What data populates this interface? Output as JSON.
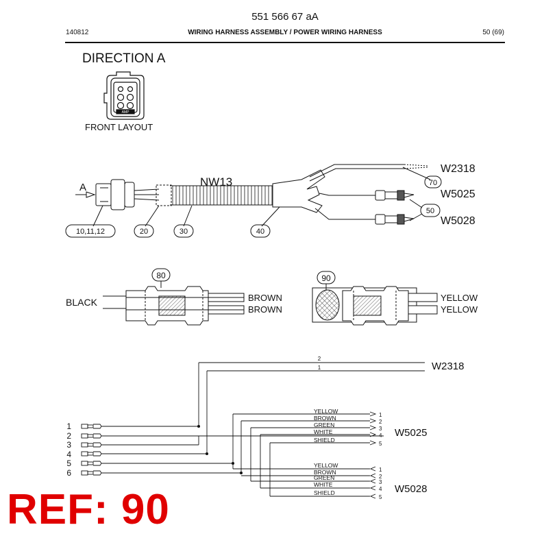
{
  "header": {
    "doc_number": "551 566 67 aA",
    "date_code": "140812",
    "title": "WIRING HARNESS ASSEMBLY / POWER WIRING HARNESS",
    "page": "50 (69)"
  },
  "direction_view": {
    "title": "DIRECTION A",
    "caption": "FRONT LAYOUT",
    "connector_marking": "AMP"
  },
  "harness_overview": {
    "view_arrow_label": "A",
    "bundle_label": "NW13",
    "branches": [
      "W2318",
      "W5025",
      "W5028"
    ],
    "callouts": [
      "10,11,12",
      "20",
      "30",
      "40",
      "50",
      "70"
    ]
  },
  "splice_left": {
    "callout": "80",
    "wire_in": "BLACK",
    "wires_out": [
      "BROWN",
      "BROWN"
    ]
  },
  "splice_right": {
    "callout": "90",
    "wires_out": [
      "YELLOW",
      "YELLOW"
    ]
  },
  "schematic": {
    "pins": [
      "1",
      "2",
      "3",
      "4",
      "5",
      "6"
    ],
    "w2318": {
      "name": "W2318",
      "wire_numbers": [
        "2",
        "1"
      ]
    },
    "w5025": {
      "name": "W5025",
      "wires": [
        {
          "color": "YELLOW",
          "pin": "1"
        },
        {
          "color": "BROWN",
          "pin": "2"
        },
        {
          "color": "GREEN",
          "pin": "3"
        },
        {
          "color": "WHITE",
          "pin": "4"
        },
        {
          "color": "SHIELD",
          "pin": "5"
        }
      ]
    },
    "w5028": {
      "name": "W5028",
      "wires": [
        {
          "color": "YELLOW",
          "pin": "1"
        },
        {
          "color": "BROWN",
          "pin": "2"
        },
        {
          "color": "GREEN",
          "pin": "3"
        },
        {
          "color": "WHITE",
          "pin": "4"
        },
        {
          "color": "SHIELD",
          "pin": "5"
        }
      ]
    }
  },
  "ref_stamp": "REF: 90",
  "colors": {
    "ink": "#111111",
    "stamp": "#e00000",
    "hatch": "#777777"
  }
}
